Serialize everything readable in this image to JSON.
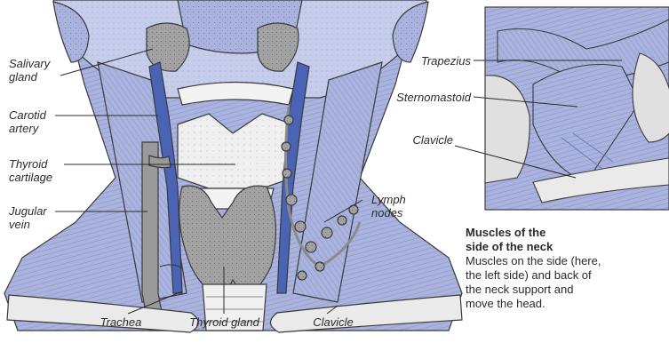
{
  "main_figure": {
    "labels": {
      "salivary_gland": "Salivary gland",
      "carotid_artery": "Carotid artery",
      "thyroid_cartilage": "Thyroid cartilage",
      "jugular_vein": "Jugular vein",
      "lymph_nodes": "Lymph nodes",
      "trachea": "Trachea",
      "thyroid_gland": "Thyroid gland",
      "clavicle": "Clavicle"
    }
  },
  "inset_figure": {
    "labels": {
      "trapezius": "Trapezius",
      "sternomastoid": "Sternomastoid",
      "clavicle": "Clavicle"
    }
  },
  "caption": {
    "title_line1": "Muscles of the",
    "title_line2": "side of the neck",
    "body_line1": "Muscles on the side (here,",
    "body_line2": "the left side) and back of",
    "body_line3": "the neck support and",
    "body_line4": "move the head."
  },
  "colors": {
    "muscle": "#a9b3de",
    "muscle_light": "#c4cbea",
    "vessel": "#4a63b5",
    "gland": "#9a9a9a",
    "cartilage": "#ececec",
    "outline": "#3a3a3a",
    "bone": "#e4e4e4"
  }
}
